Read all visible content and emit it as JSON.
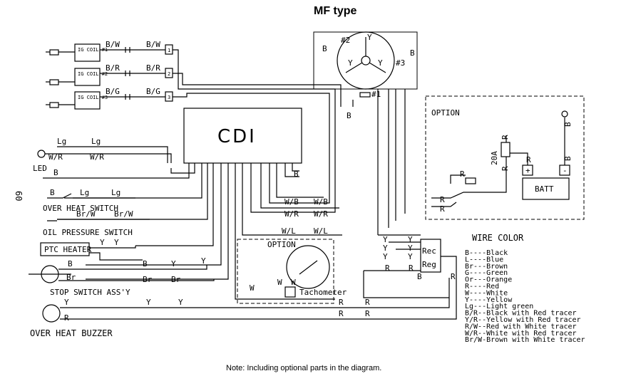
{
  "title": "MF type",
  "page_number": "60",
  "note": "Note: Including optional parts in the diagram.",
  "components": {
    "cdi": "CDI",
    "ig_coil_1": "IG COIL #1",
    "ig_coil_2": "IG COIL #2",
    "ig_coil_3": "IG COIL #3",
    "led": "LED",
    "over_heat_switch": "OVER HEAT SWITCH",
    "oil_pressure_switch": "OIL PRESSURE SWITCH",
    "ptc_heater": "PTC HEATER",
    "stop_switch": "STOP SWITCH ASS'Y",
    "over_heat_buzzer": "OVER HEAT BUZZER",
    "option_tach": "OPTION",
    "tachometer": "Tachometer",
    "option_batt": "OPTION",
    "batt": "BATT",
    "fuse": "20A",
    "rec": "Rec",
    "reg": "Reg",
    "pulser_2": "#2",
    "pulser_3": "#3",
    "pulser_1": "#1",
    "term_1": "1",
    "term_2": "2",
    "term_3": "3",
    "plus": "+",
    "minus": "-"
  },
  "wires": {
    "bw": "B/W",
    "br": "B/R",
    "bg": "B/G",
    "lg": "Lg",
    "wr": "W/R",
    "b": "B",
    "brw": "Br/W",
    "wb": "W/B",
    "wl": "W/L",
    "y": "Y",
    "r": "R",
    "br_short": "Br",
    "w": "W"
  },
  "wire_color_legend": {
    "heading": "WIRE COLOR",
    "entries": [
      "B----Black",
      "L----Blue",
      "Br---Brown",
      "G----Green",
      "Or---Orange",
      "R----Red",
      "W----White",
      "Y----Yellow",
      "Lg---Light green",
      "B/R--Black with Red tracer",
      "Y/R--Yellow with Red tracer",
      "R/W--Red with White tracer",
      "W/R--White with Red tracer",
      "Br/W-Brown with White tracer"
    ]
  }
}
